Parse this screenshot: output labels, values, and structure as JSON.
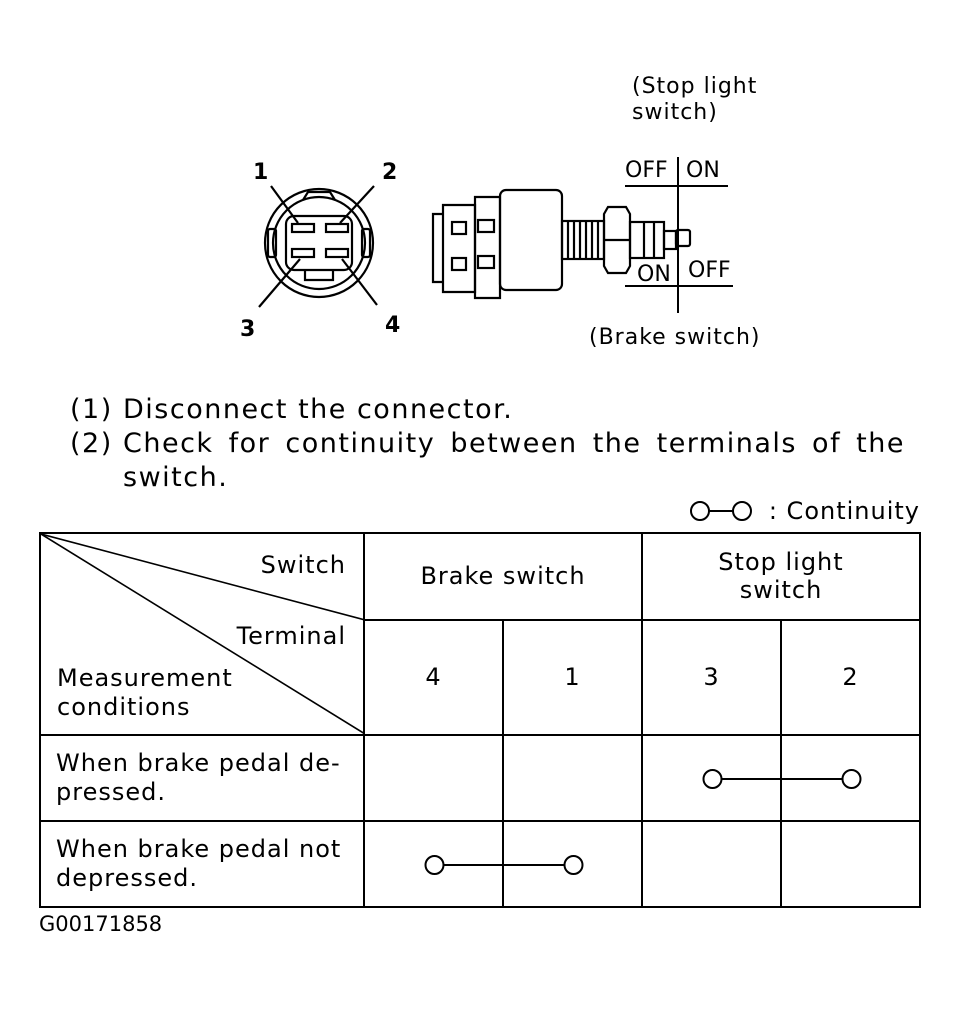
{
  "diagram": {
    "connector_pins": [
      "1",
      "2",
      "3",
      "4"
    ],
    "stop_light_label_1": "(Stop light",
    "stop_light_label_2": "switch)",
    "upper_off": "OFF",
    "upper_on": "ON",
    "lower_on": "ON",
    "lower_off": "OFF",
    "brake_label": "(Brake switch)"
  },
  "steps": [
    {
      "num": "(1)",
      "text": "Disconnect the connector."
    },
    {
      "num": "(2)",
      "text": "Check for continuity between the terminals of the switch."
    }
  ],
  "legend": {
    "text": ": Continuity"
  },
  "table": {
    "header_switch": "Switch",
    "header_terminal": "Terminal",
    "header_conditions_1": "Measurement",
    "header_conditions_2": "conditions",
    "groups": [
      "Brake switch",
      "Stop light switch"
    ],
    "terminals": [
      "4",
      "1",
      "3",
      "2"
    ],
    "rows": [
      {
        "condition_1": "When brake pedal de-",
        "condition_2": "pressed.",
        "continuity": [
          false,
          false,
          true,
          true
        ]
      },
      {
        "condition_1": "When brake pedal not",
        "condition_2": "depressed.",
        "continuity": [
          true,
          true,
          false,
          false
        ]
      }
    ]
  },
  "figure_code": "G00171858"
}
